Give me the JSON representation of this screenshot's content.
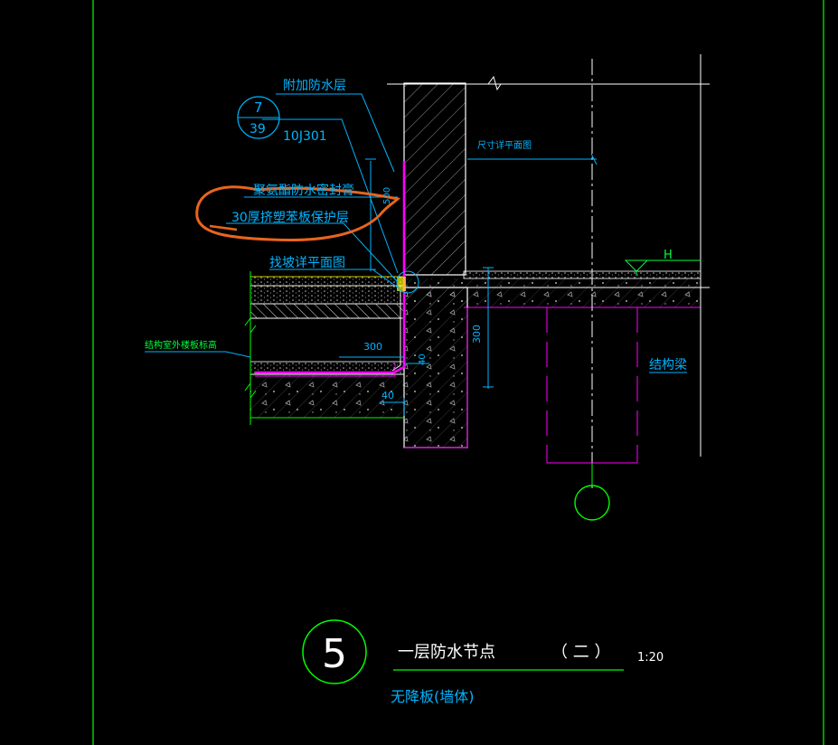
{
  "colors": {
    "background": "#000000",
    "frame": "#00ff00",
    "cyan": "#00b4ff",
    "white": "#ffffff",
    "yellow": "#ffff00",
    "magenta": "#ff00ff",
    "orange_markup": "#e8651e",
    "green": "#00ff40"
  },
  "labels": {
    "additional_waterproof": "附加防水层",
    "ref_top": "7",
    "ref_bottom": "39",
    "ref_code": "10J301",
    "sealant": "聚氨酯防水密封膏",
    "xps_board": "30厚挤塑苯板保护层",
    "slope": "找坡详平面图",
    "dims_see_plan": "尺寸详平面图",
    "dim_500": "500",
    "level_h": "H",
    "dim_300_vertical": "300",
    "outdoor_level": "结构室外楼板标高",
    "dim_300_horizontal": "300",
    "dim_40_a": "40",
    "dim_40_b": "40",
    "structural_beam": "结构梁"
  },
  "title_block": {
    "detail_number": "5",
    "title": "一层防水节点",
    "suffix": "（ 二 ）",
    "scale": "1:20",
    "subtitle": "无降板(墙体)"
  },
  "icons": [
    "section-ref-icon",
    "level-marker-icon",
    "axis-bubble-icon",
    "break-line-icon"
  ]
}
